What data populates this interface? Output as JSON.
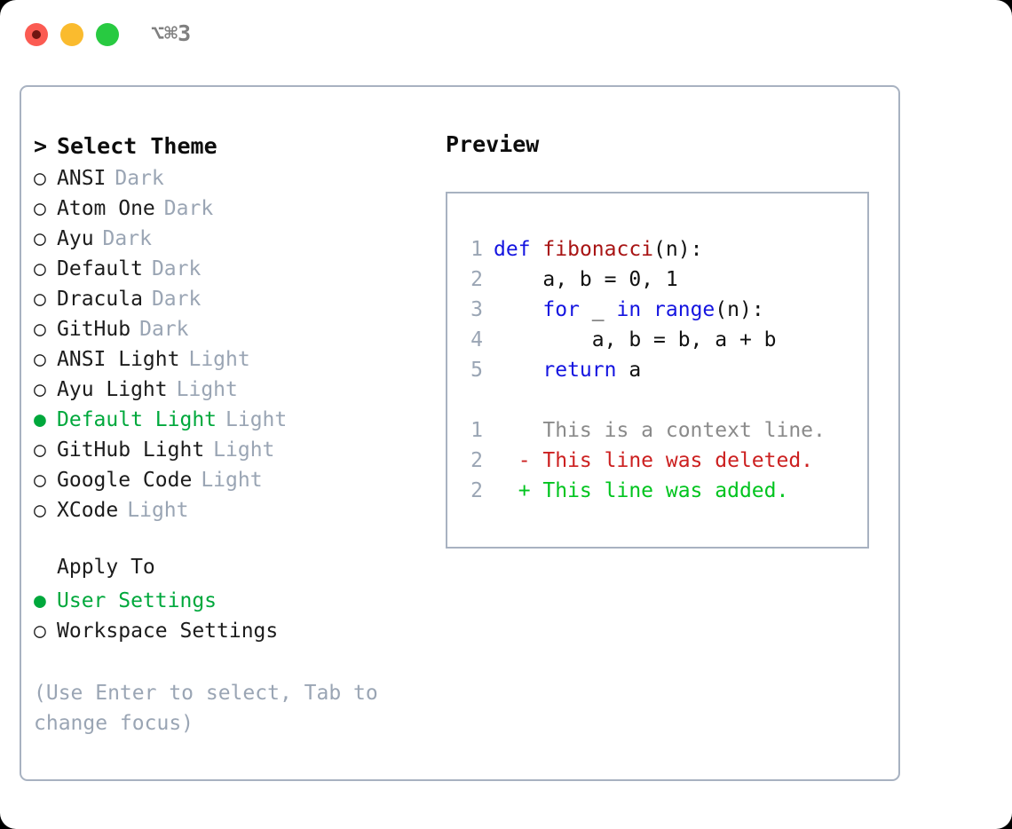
{
  "titlebar": {
    "shortcut": "⌥⌘3",
    "buttons": [
      {
        "name": "close",
        "color": "#fb5b52"
      },
      {
        "name": "minimize",
        "color": "#fabb2e"
      },
      {
        "name": "maximize",
        "color": "#28ca41"
      }
    ]
  },
  "colors": {
    "selected_green": "#00a83c",
    "muted_grey": "#9aa5b4",
    "border": "#a8b2c1",
    "keyword_blue": "#1414e0",
    "function_red": "#a81414",
    "diff_deleted": "#cc2020",
    "diff_added": "#00c41e",
    "context_grey": "#8a8a8a",
    "text": "#1c1c1c"
  },
  "theme_list": {
    "header_marker": ">",
    "header": "Select Theme",
    "items": [
      {
        "marker": "○",
        "label": "ANSI",
        "tag": "Dark",
        "selected": false
      },
      {
        "marker": "○",
        "label": "Atom One",
        "tag": "Dark",
        "selected": false
      },
      {
        "marker": "○",
        "label": "Ayu",
        "tag": "Dark",
        "selected": false
      },
      {
        "marker": "○",
        "label": "Default",
        "tag": "Dark",
        "selected": false
      },
      {
        "marker": "○",
        "label": "Dracula",
        "tag": "Dark",
        "selected": false
      },
      {
        "marker": "○",
        "label": "GitHub",
        "tag": "Dark",
        "selected": false
      },
      {
        "marker": "○",
        "label": "ANSI Light",
        "tag": "Light",
        "selected": false
      },
      {
        "marker": "○",
        "label": "Ayu Light",
        "tag": "Light",
        "selected": false
      },
      {
        "marker": "●",
        "label": "Default Light",
        "tag": "Light",
        "selected": true
      },
      {
        "marker": "○",
        "label": "GitHub Light",
        "tag": "Light",
        "selected": false
      },
      {
        "marker": "○",
        "label": "Google Code",
        "tag": "Light",
        "selected": false
      },
      {
        "marker": "○",
        "label": "XCode",
        "tag": "Light",
        "selected": false
      }
    ]
  },
  "apply_to": {
    "header": "Apply To",
    "items": [
      {
        "marker": "●",
        "label": "User Settings",
        "selected": true
      },
      {
        "marker": "○",
        "label": "Workspace Settings",
        "selected": false
      }
    ]
  },
  "hint": "(Use Enter to select, Tab to change focus)",
  "preview": {
    "title": "Preview",
    "code_lines": [
      {
        "num": "1",
        "indent": "",
        "tokens": [
          {
            "t": "def",
            "c": "kw"
          },
          {
            "t": " ",
            "c": "plain"
          },
          {
            "t": "fibonacci",
            "c": "fn"
          },
          {
            "t": "(n):",
            "c": "plain"
          }
        ]
      },
      {
        "num": "2",
        "indent": "    ",
        "tokens": [
          {
            "t": "a, b = 0, 1",
            "c": "plain"
          }
        ]
      },
      {
        "num": "3",
        "indent": "    ",
        "tokens": [
          {
            "t": "for",
            "c": "kw"
          },
          {
            "t": " _ ",
            "c": "plain"
          },
          {
            "t": "in",
            "c": "kw"
          },
          {
            "t": " ",
            "c": "plain"
          },
          {
            "t": "range",
            "c": "kw"
          },
          {
            "t": "(n):",
            "c": "plain"
          }
        ]
      },
      {
        "num": "4",
        "indent": "        ",
        "tokens": [
          {
            "t": "a, b = b, a + b",
            "c": "plain"
          }
        ]
      },
      {
        "num": "5",
        "indent": "    ",
        "tokens": [
          {
            "t": "return",
            "c": "kw"
          },
          {
            "t": " a",
            "c": "plain"
          }
        ]
      }
    ],
    "diff_lines": [
      {
        "num": "1",
        "sign": " ",
        "text": " This is a context line.",
        "c": "ctx"
      },
      {
        "num": "2",
        "sign": "-",
        "text": " This line was deleted.",
        "c": "del"
      },
      {
        "num": "2",
        "sign": "+",
        "text": " This line was added.",
        "c": "add"
      }
    ]
  }
}
